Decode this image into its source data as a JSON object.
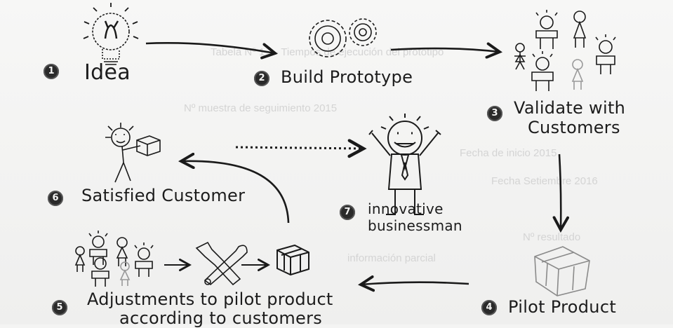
{
  "steps": [
    {
      "number": "1",
      "label": "Idea"
    },
    {
      "number": "2",
      "label": "Build Prototype"
    },
    {
      "number": "3",
      "label_line1": "Validate with",
      "label_line2": "Customers"
    },
    {
      "number": "4",
      "label": "Pilot Product"
    },
    {
      "number": "5",
      "label_line1": "Adjustments to pilot product",
      "label_line2": "according to customers"
    },
    {
      "number": "6",
      "label": "Satisfied Customer"
    },
    {
      "number": "7",
      "label_line1": "innovative",
      "label_line2": "businessman"
    }
  ],
  "colors": {
    "ink": "#1a1a1a",
    "paper": "#f4f4f3",
    "bleed_through": "#d4d4d4"
  },
  "icons": [
    "lightbulb-icon",
    "gears-icon",
    "customers-group-icon",
    "cube-icon",
    "tools-icon",
    "satisfied-customer-icon",
    "businessman-icon"
  ]
}
